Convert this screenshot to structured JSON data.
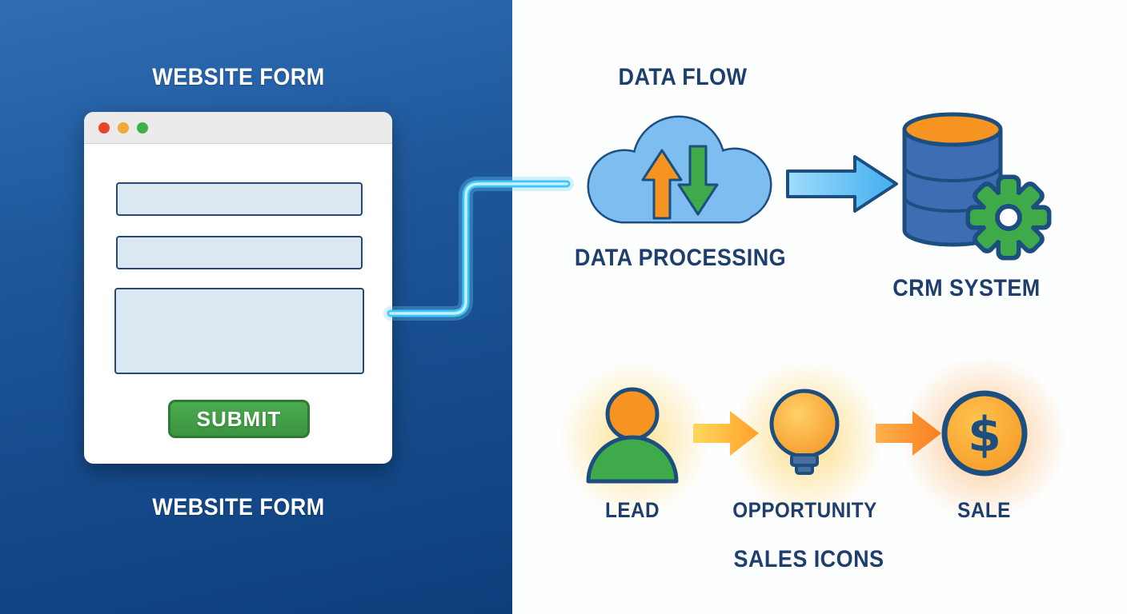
{
  "palette": {
    "navy": "#1e3f6d",
    "outline_navy": "#1c4e80",
    "orange": "#f59421",
    "green": "#3faa4a",
    "cloud_blue": "#7dbdf0",
    "db_blue": "#3d6db3",
    "glow_line_blue": "#3ec6f7",
    "left_bg_top": "#2f6db5",
    "left_bg_bottom": "#0d3e7c"
  },
  "left_panel": {
    "title": "WEBSITE FORM",
    "caption": "WEBSITE FORM",
    "browser_form": {
      "window_dots": [
        "close-dot",
        "minimize-dot",
        "zoom-dot"
      ],
      "field_count": 3,
      "submit_label": "SUBMIT"
    }
  },
  "flow": {
    "title": "DATA FLOW",
    "processing_label": "DATA PROCESSING",
    "crm_label": "CRM SYSTEM",
    "icons": [
      "cloud-sync-icon",
      "database-icon",
      "gear-icon"
    ]
  },
  "sales": {
    "caption": "SALES ICONS",
    "coin_symbol": "$",
    "items": [
      {
        "label": "LEAD",
        "icon": "lead-person-icon"
      },
      {
        "label": "OPPORTUNITY",
        "icon": "lightbulb-icon"
      },
      {
        "label": "SALE",
        "icon": "dollar-coin-icon"
      }
    ]
  }
}
